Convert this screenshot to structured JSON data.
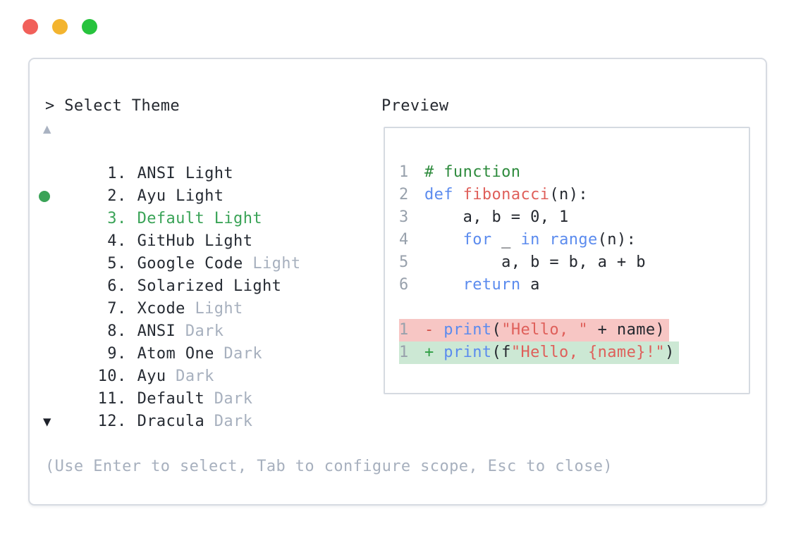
{
  "colors": {
    "traffic_red": "#f1605a",
    "traffic_yellow": "#f3b42f",
    "traffic_green": "#27c33d",
    "panel_border": "#d7dbe2",
    "text_dark": "#24282f",
    "text_muted": "#a7b0be",
    "selection_green": "#3aa357",
    "keyword_blue": "#5b8bee",
    "function_red": "#df5f5a",
    "string_red": "#df5f5a",
    "comment_green": "#2e8b3d",
    "line_number_gray": "#98a1ac",
    "diff_removed_bg": "#f7c6c4",
    "diff_added_bg": "#cce8d4"
  },
  "window": {
    "controls": [
      {
        "name": "close",
        "color": "#f1605a"
      },
      {
        "name": "minimize",
        "color": "#f3b42f"
      },
      {
        "name": "zoom",
        "color": "#27c33d"
      }
    ]
  },
  "picker": {
    "prompt": "> Select Theme",
    "scroll_up_icon": "▲",
    "scroll_down_icon": "▼",
    "footer_hint": "(Use Enter to select, Tab to configure scope, Esc to close)",
    "items": [
      {
        "num": "1.",
        "name": "ANSI",
        "suffix": " Light",
        "suffix_muted": false,
        "selected": false
      },
      {
        "num": "2.",
        "name": "Ayu",
        "suffix": " Light",
        "suffix_muted": false,
        "selected": false
      },
      {
        "num": "3.",
        "name": "Default",
        "suffix": " Light",
        "suffix_muted": false,
        "selected": true
      },
      {
        "num": "4.",
        "name": "GitHub",
        "suffix": " Light",
        "suffix_muted": false,
        "selected": false
      },
      {
        "num": "5.",
        "name": "Google Code",
        "suffix": " Light",
        "suffix_muted": true,
        "selected": false
      },
      {
        "num": "6.",
        "name": "Solarized",
        "suffix": " Light",
        "suffix_muted": false,
        "selected": false
      },
      {
        "num": "7.",
        "name": "Xcode",
        "suffix": " Light",
        "suffix_muted": true,
        "selected": false
      },
      {
        "num": "8.",
        "name": "ANSI",
        "suffix": " Dark",
        "suffix_muted": true,
        "selected": false
      },
      {
        "num": "9.",
        "name": "Atom One",
        "suffix": " Dark",
        "suffix_muted": true,
        "selected": false
      },
      {
        "num": "10.",
        "name": "Ayu",
        "suffix": " Dark",
        "suffix_muted": true,
        "selected": false
      },
      {
        "num": "11.",
        "name": "Default",
        "suffix": " Dark",
        "suffix_muted": true,
        "selected": false
      },
      {
        "num": "12.",
        "name": "Dracula",
        "suffix": " Dark",
        "suffix_muted": true,
        "selected": false
      }
    ]
  },
  "preview": {
    "label": "Preview",
    "code_lines": [
      {
        "no": "1",
        "diff": "",
        "tokens": [
          {
            "t": "# function",
            "c": "com"
          }
        ]
      },
      {
        "no": "2",
        "diff": "",
        "tokens": [
          {
            "t": "def",
            "c": "kw"
          },
          {
            "t": " ",
            "c": "pl"
          },
          {
            "t": "fibonacci",
            "c": "fn"
          },
          {
            "t": "(n):",
            "c": "pl"
          }
        ]
      },
      {
        "no": "3",
        "diff": "",
        "tokens": [
          {
            "t": "    a, b = 0, 1",
            "c": "pl"
          }
        ]
      },
      {
        "no": "4",
        "diff": "",
        "tokens": [
          {
            "t": "    ",
            "c": "pl"
          },
          {
            "t": "for",
            "c": "kw"
          },
          {
            "t": " _ ",
            "c": "pl"
          },
          {
            "t": "in",
            "c": "kw"
          },
          {
            "t": " ",
            "c": "pl"
          },
          {
            "t": "range",
            "c": "kw"
          },
          {
            "t": "(n):",
            "c": "pl"
          }
        ]
      },
      {
        "no": "5",
        "diff": "",
        "tokens": [
          {
            "t": "        a, b = b, a + b",
            "c": "pl"
          }
        ]
      },
      {
        "no": "6",
        "diff": "",
        "tokens": [
          {
            "t": "    ",
            "c": "pl"
          },
          {
            "t": "return",
            "c": "kw"
          },
          {
            "t": " a",
            "c": "pl"
          }
        ]
      },
      {
        "no": "",
        "diff": "",
        "tokens": []
      },
      {
        "no": "1",
        "diff": "removed",
        "tokens": [
          {
            "t": "- ",
            "c": "rm"
          },
          {
            "t": "print",
            "c": "kw"
          },
          {
            "t": "(",
            "c": "pl"
          },
          {
            "t": "\"Hello, \"",
            "c": "str"
          },
          {
            "t": " + name)",
            "c": "pl"
          }
        ]
      },
      {
        "no": "1",
        "diff": "added",
        "tokens": [
          {
            "t": "+ ",
            "c": "ad"
          },
          {
            "t": "print",
            "c": "kw"
          },
          {
            "t": "(f",
            "c": "pl"
          },
          {
            "t": "\"Hello, {name}!\"",
            "c": "str"
          },
          {
            "t": ")",
            "c": "pl"
          }
        ]
      }
    ]
  }
}
